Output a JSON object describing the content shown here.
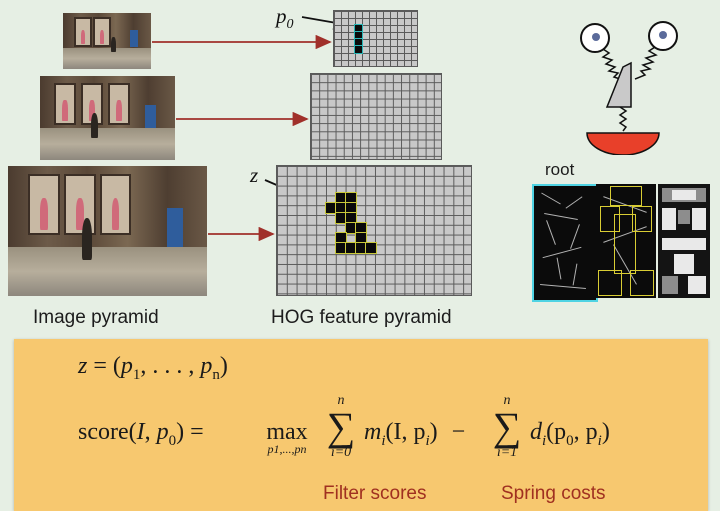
{
  "labels": {
    "image_pyramid": "Image pyramid",
    "hog_pyramid": "HOG feature pyramid",
    "root": "root",
    "p0_symbol": "p",
    "p0_sub": "0",
    "z_symbol": "z"
  },
  "formula": {
    "line1_lhs": "z",
    "line1_eq": " = (",
    "line1_p1": "p",
    "line1_p1_sub": "1",
    "line1_dots": ", . . . , ",
    "line1_pn": "p",
    "line1_pn_sub": "n",
    "line1_close": ")",
    "score_word": "score(",
    "score_I": "I",
    "score_comma": ", ",
    "score_p0": "p",
    "score_p0_sub": "0",
    "score_close": ") =",
    "max_word": "max",
    "max_sub": "p1,...,pn",
    "sum1_top": "n",
    "sum1_bottom": "i=0",
    "term1": "m",
    "term1_args": "(I, p",
    "term1_args_end": ")",
    "minus": "−",
    "sum2_top": "n",
    "sum2_bottom": "i=1",
    "term2": "d",
    "term2_args": "(p",
    "term2_args_mid": ", p",
    "term2_args_end": ")",
    "sub_i": "i",
    "sub_0": "0"
  },
  "captions": {
    "filter_scores": "Filter scores",
    "spring_costs": "Spring costs"
  },
  "colors": {
    "arrow_red": "#a0302a",
    "caption_red": "#a03020",
    "box_orange": "#f7c86f",
    "root_border": "#4fd3e3",
    "part_box": "#d9cd34",
    "face_mouth": "#e8402a"
  }
}
